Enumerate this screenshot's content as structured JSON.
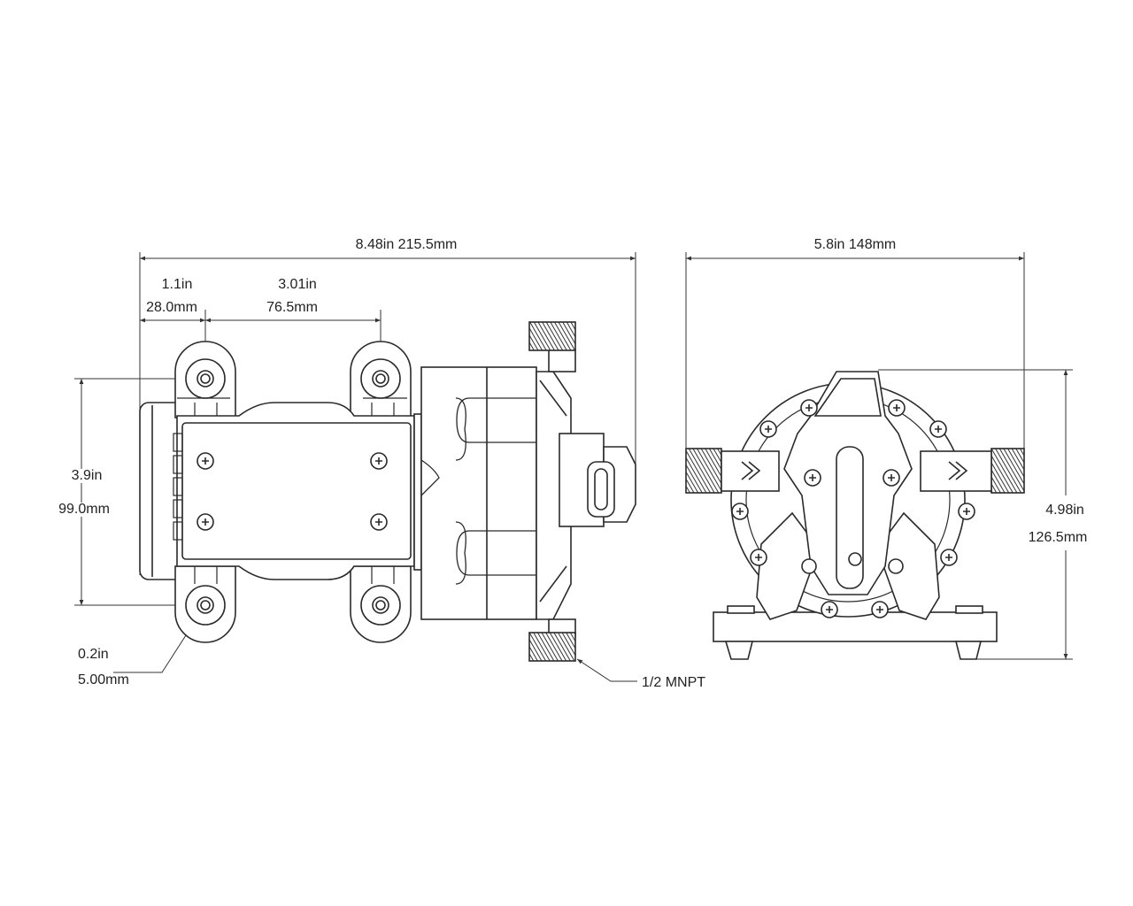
{
  "side_view": {
    "overall_length": "8.48in  215.5mm",
    "left_offset_in": "1.1in",
    "left_offset_mm": "28.0mm",
    "hole_spacing_in": "3.01in",
    "hole_spacing_mm": "76.5mm",
    "hole_height_in": "3.9in",
    "hole_height_mm": "99.0mm",
    "hole_dia_in": "0.2in",
    "hole_dia_mm": "5.00mm",
    "port_thread": "1/2 MNPT"
  },
  "front_view": {
    "width": "5.8in 148mm",
    "height_in": "4.98in",
    "height_mm": "126.5mm"
  },
  "colors": {
    "line": "#2a2a2a",
    "text": "#222222"
  }
}
